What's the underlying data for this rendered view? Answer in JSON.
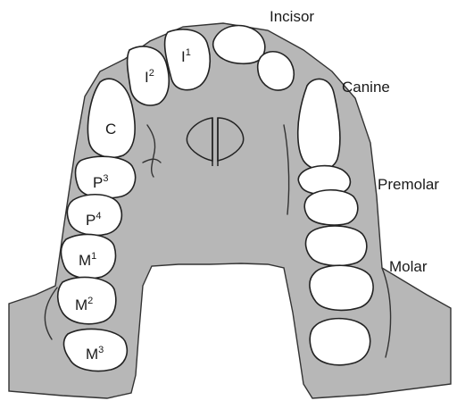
{
  "colors": {
    "palate": "#b7b7b7",
    "tooth_fill": "#ffffff",
    "outline": "#222222",
    "label_text": "#1a1a1a"
  },
  "external_labels": {
    "incisor": "Incisor",
    "canine": "Canine",
    "premolar": "Premolar",
    "molar": "Molar"
  },
  "tooth_labels": {
    "i1": {
      "base": "I",
      "sup": "1"
    },
    "i2": {
      "base": "I",
      "sup": "2"
    },
    "c": {
      "base": "C",
      "sup": ""
    },
    "p3": {
      "base": "P",
      "sup": "3"
    },
    "p4": {
      "base": "P",
      "sup": "4"
    },
    "m1": {
      "base": "M",
      "sup": "1"
    },
    "m2": {
      "base": "M",
      "sup": "2"
    },
    "m3": {
      "base": "M",
      "sup": "3"
    }
  }
}
